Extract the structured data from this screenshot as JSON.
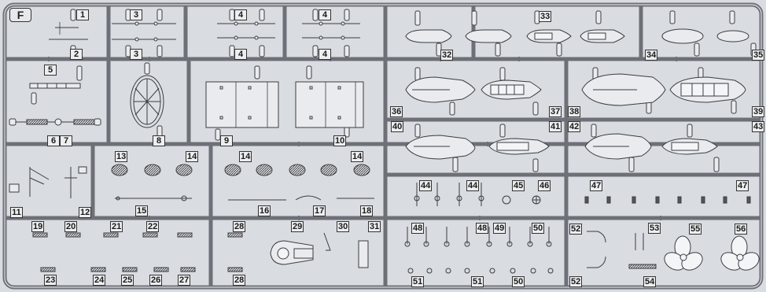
{
  "sheet": {
    "sprue_letter": "F",
    "part_numbers": [
      "1",
      "2",
      "3",
      "3",
      "4",
      "4",
      "4",
      "4",
      "5",
      "6",
      "7",
      "8",
      "9",
      "10",
      "11",
      "12",
      "13",
      "14",
      "15",
      "14",
      "14",
      "16",
      "17",
      "18",
      "19",
      "20",
      "21",
      "22",
      "23",
      "24",
      "25",
      "26",
      "27",
      "28",
      "28",
      "29",
      "30",
      "31",
      "32",
      "33",
      "34",
      "35",
      "36",
      "37",
      "38",
      "39",
      "40",
      "41",
      "42",
      "43",
      "44",
      "44",
      "45",
      "46",
      "47",
      "47",
      "48",
      "48",
      "49",
      "50",
      "51",
      "51",
      "50",
      "52",
      "52",
      "53",
      "54",
      "55",
      "56"
    ]
  },
  "colors": {
    "background": "#d9dce0",
    "frame": "#6d7177",
    "line": "#3a3d42",
    "label_bg": "#eceef0"
  }
}
